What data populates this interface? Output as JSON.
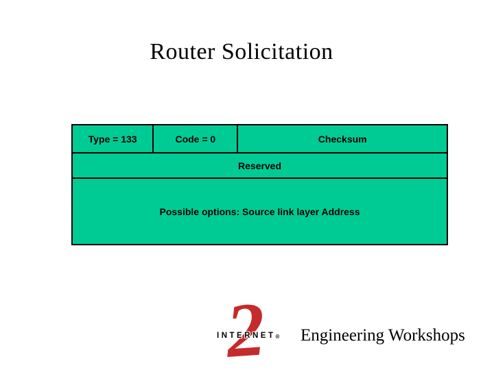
{
  "slide": {
    "title": "Router Solicitation",
    "footer": "Engineering Workshops"
  },
  "diagram": {
    "fill_color": "#00CB95",
    "border_color": "#000000",
    "row1": [
      {
        "label": "Type = 133"
      },
      {
        "label": "Code = 0"
      },
      {
        "label": "Checksum"
      }
    ],
    "row2": {
      "label": "Reserved"
    },
    "row3": {
      "label": "Possible options: Source link layer Address"
    }
  },
  "logo": {
    "wordmark": "INTERNET",
    "registered": "®",
    "numeral": "2",
    "red": "#C42B2B"
  }
}
